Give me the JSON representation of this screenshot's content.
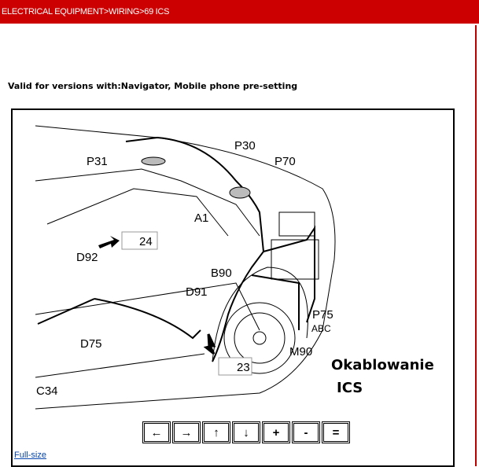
{
  "breadcrumb": "ELECTRICAL EQUIPMENT>WIRING>69 ICS",
  "validity": "Valid for versions with:Navigator, Mobile phone pre-setting",
  "diagram": {
    "labels": {
      "p31": "P31",
      "p30": "P30",
      "p70": "P70",
      "a1": "A1",
      "b90": "B90",
      "d92": "D92",
      "d91": "D91",
      "d75": "D75",
      "p75": "P75",
      "p75_pins": "ABC",
      "m90": "M90",
      "c34": "C34",
      "ref24": "24",
      "ref23": "23"
    },
    "caption_line1": "Okablowanie",
    "caption_line2": "ICS"
  },
  "nav": {
    "left": "←",
    "right": "→",
    "up": "↑",
    "down": "↓",
    "zoom_in": "+",
    "zoom_out": "-",
    "reset": "="
  },
  "full_size_link": "Full-size"
}
